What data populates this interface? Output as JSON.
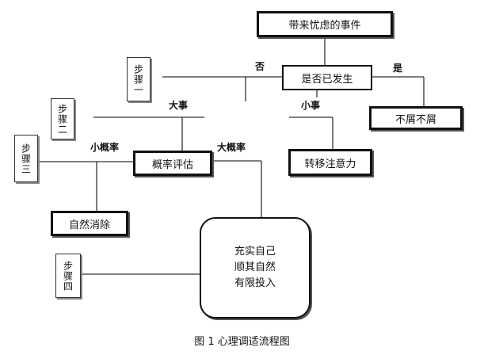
{
  "nodes": {
    "worry_event": "带来忧虑的事件",
    "has_happened": "是否已发生",
    "ignore": "不屑不屑",
    "probability": "概率评估",
    "shift_attention": "转移注意力",
    "naturally_eliminate": "自然消除",
    "enrich": {
      "line1": "充实自己",
      "line2": "顺其自然",
      "line3": "有限投入"
    }
  },
  "edge_labels": {
    "no": "否",
    "yes": "是",
    "big_matter": "大事",
    "small_matter": "小事",
    "low_prob": "小概率",
    "high_prob": "大概率"
  },
  "steps": {
    "step1": "步骤一",
    "step2": "步骤二",
    "step3": "步骤三",
    "step4": "步骤四"
  },
  "caption": "图 1  心理调适流程图"
}
